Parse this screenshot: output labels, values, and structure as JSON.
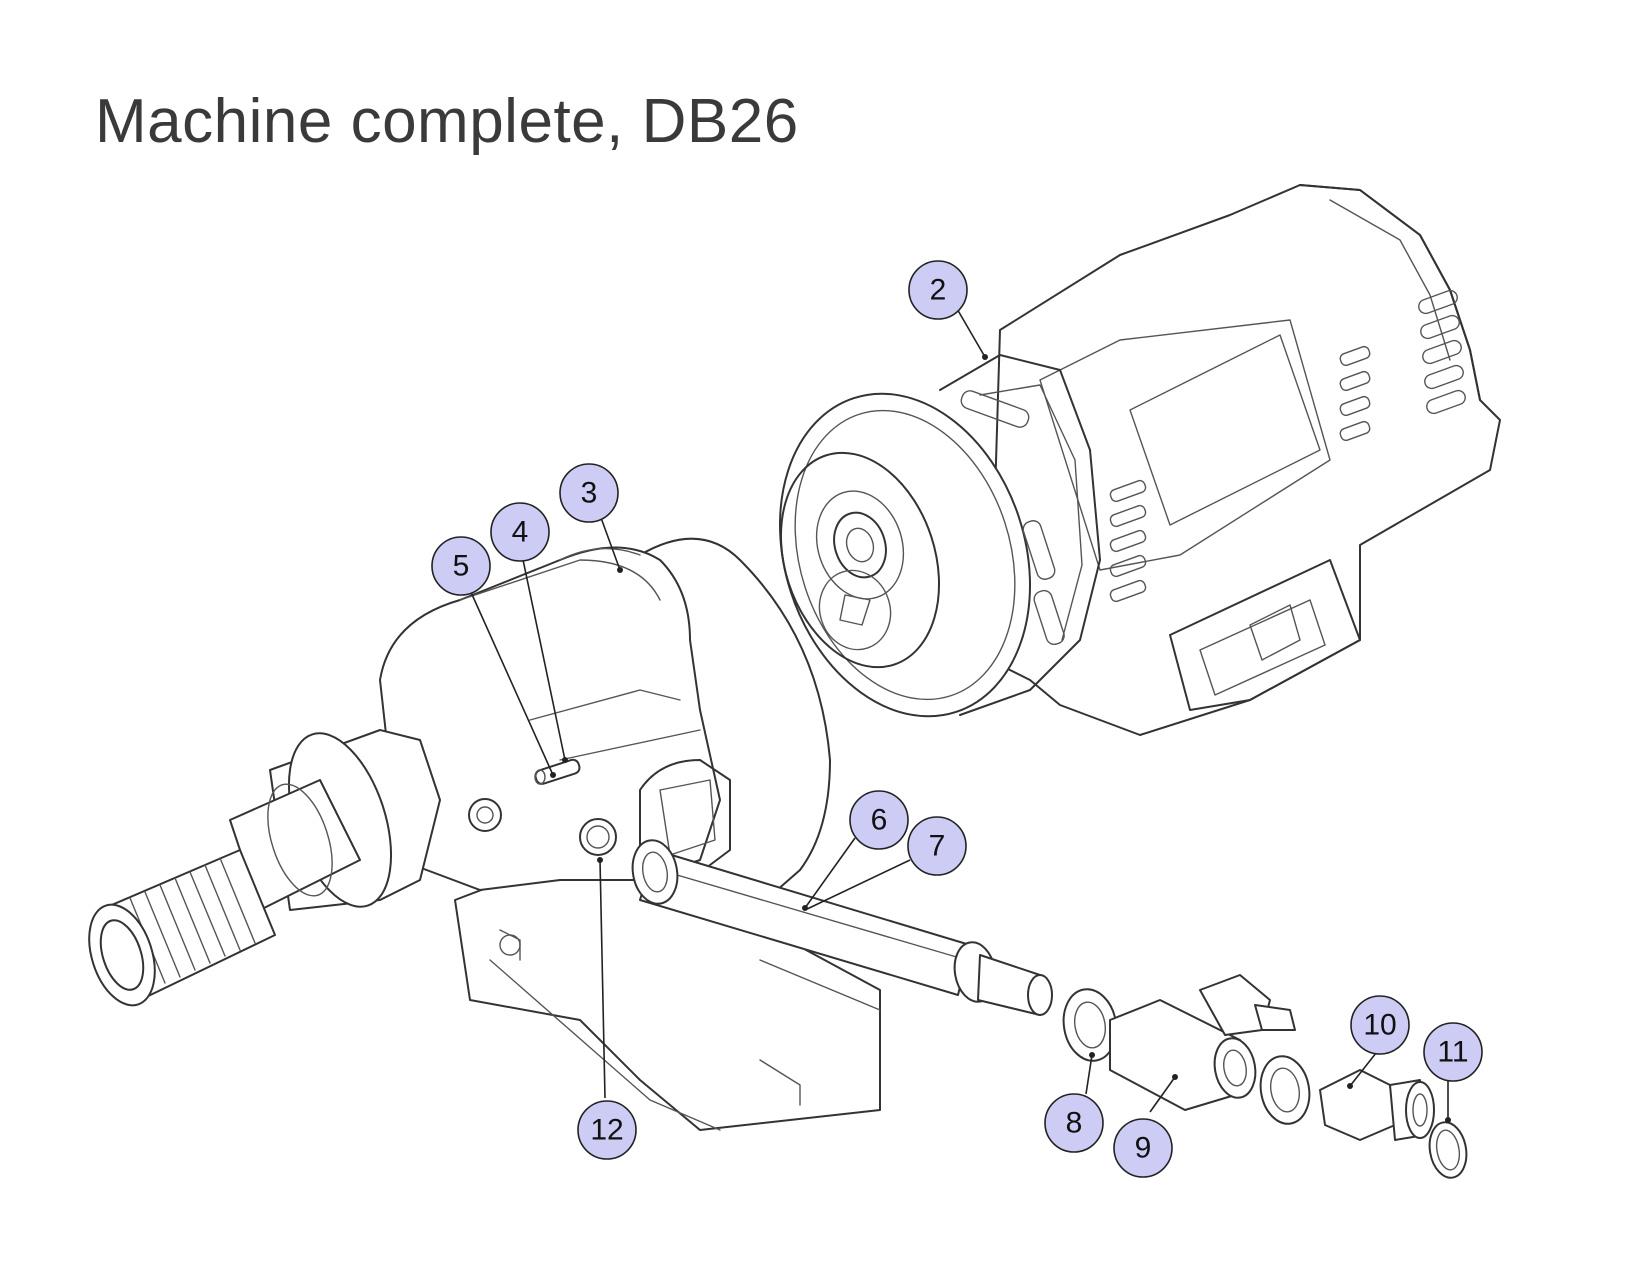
{
  "title": "Machine complete, DB26",
  "callouts": [
    {
      "id": "2",
      "label": "2"
    },
    {
      "id": "3",
      "label": "3"
    },
    {
      "id": "4",
      "label": "4"
    },
    {
      "id": "5",
      "label": "5"
    },
    {
      "id": "6",
      "label": "6"
    },
    {
      "id": "7",
      "label": "7"
    },
    {
      "id": "8",
      "label": "8"
    },
    {
      "id": "9",
      "label": "9"
    },
    {
      "id": "10",
      "label": "10"
    },
    {
      "id": "11",
      "label": "11"
    },
    {
      "id": "12",
      "label": "12"
    }
  ],
  "colors": {
    "callout_fill": "#ccccf5",
    "line": "#333333",
    "title": "#3a3a3a"
  }
}
